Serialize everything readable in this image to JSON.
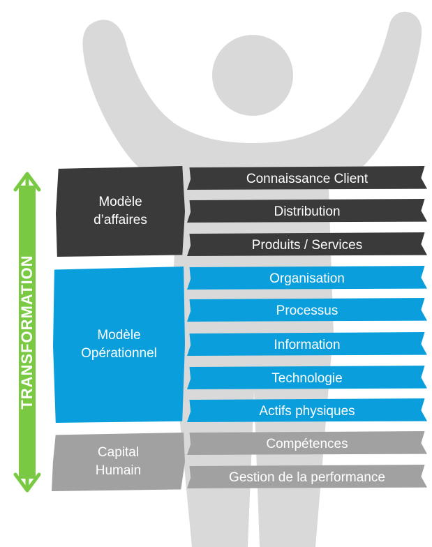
{
  "colors": {
    "silhouette": "#d9d9d9",
    "business": "#3a3a3a",
    "operational": "#0a9fdc",
    "human": "#a1a1a1",
    "arrow": "#7ac943"
  },
  "arrow_label": "TRANSFORMATION",
  "blocks": {
    "business": {
      "line1": "Modèle",
      "line2": "d’affaires"
    },
    "operational": {
      "line1": "Modèle",
      "line2": "Opérationnel"
    },
    "human": {
      "line1": "Capital",
      "line2": "Humain"
    }
  },
  "bars": {
    "business": [
      "Connaissance Client",
      "Distribution",
      "Produits / Services"
    ],
    "operational": [
      "Organisation",
      "Processus",
      "Information",
      "Technologie",
      "Actifs physiques"
    ],
    "human": [
      "Compétences",
      "Gestion de la performance"
    ]
  }
}
